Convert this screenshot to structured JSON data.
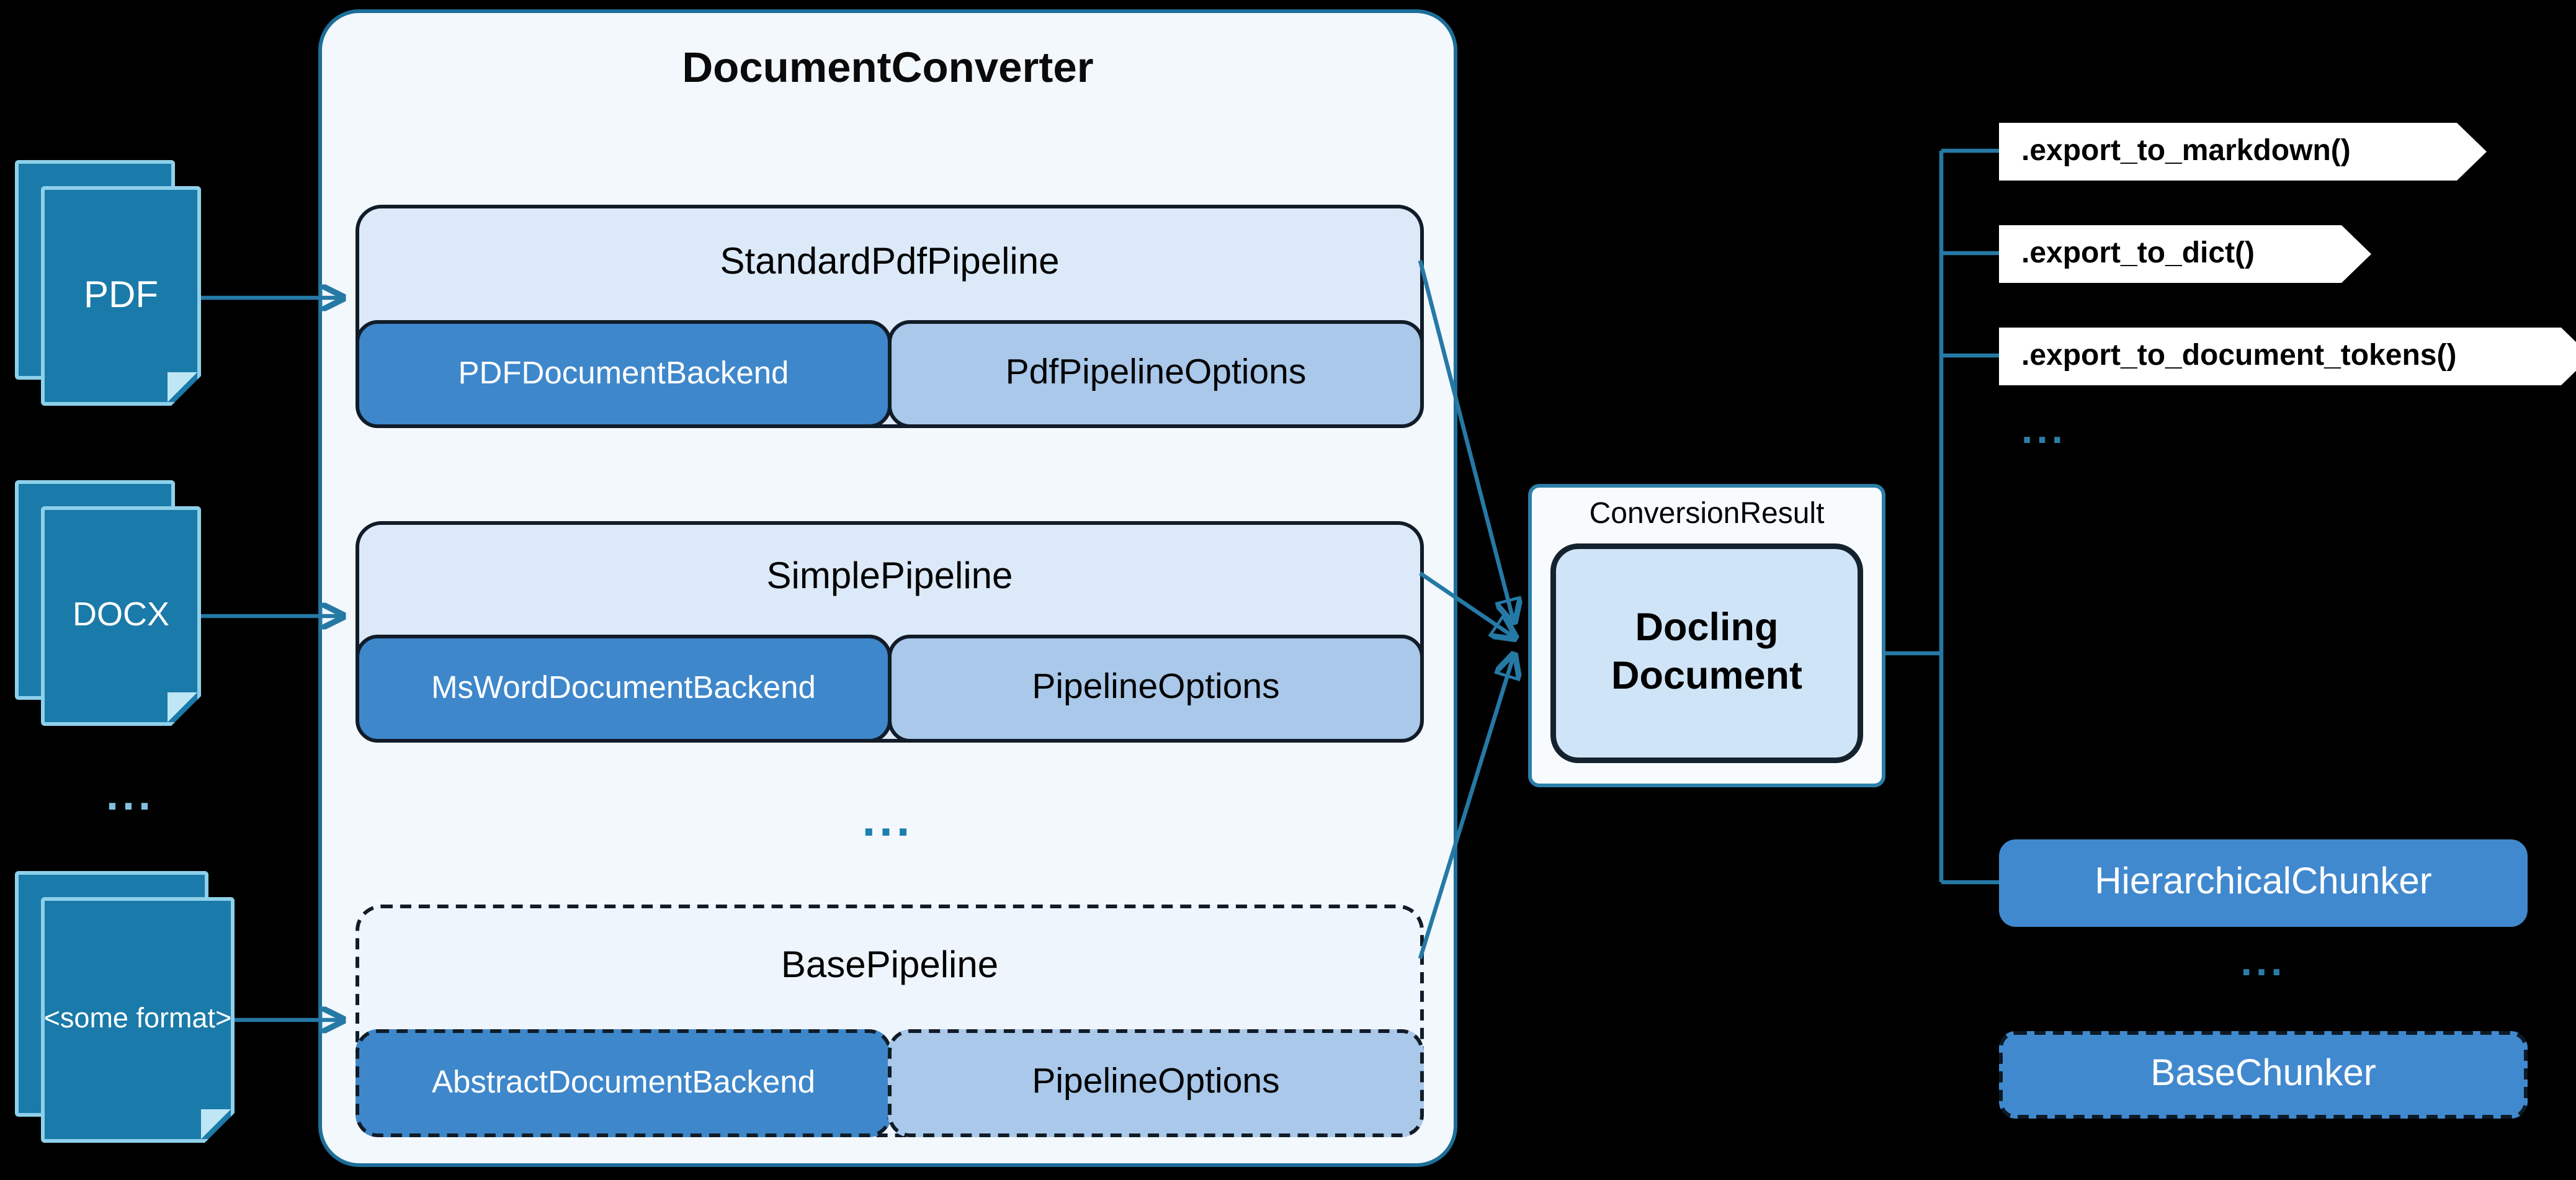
{
  "canvas": {
    "background": "#000000"
  },
  "colors": {
    "accent_teal": "#1d6e99",
    "line": "#2579a5",
    "doc_fill": "#1a7aa9",
    "pipeline_fill": "#dbe9f8",
    "backend_fill": "#3e87cb",
    "options_fill": "#a9c8ea",
    "docling_fill": "#cfe4f6",
    "chunker_fill": "#4189ce",
    "banner_fill": "#ffffff"
  },
  "inputs": {
    "items": [
      {
        "label": "PDF"
      },
      {
        "label": "DOCX"
      },
      {
        "label": "<some format>"
      }
    ],
    "ellipsis": "..."
  },
  "converter": {
    "title": "DocumentConverter",
    "pipelines": [
      {
        "name": "StandardPdfPipeline",
        "backend": "PDFDocumentBackend",
        "options": "PdfPipelineOptions",
        "dashed": false
      },
      {
        "name": "SimplePipeline",
        "backend": "MsWordDocumentBackend",
        "options": "PipelineOptions",
        "dashed": false
      },
      {
        "name": "BasePipeline",
        "backend": "AbstractDocumentBackend",
        "options": "PipelineOptions",
        "dashed": true
      }
    ],
    "ellipsis": "..."
  },
  "result": {
    "label": "ConversionResult",
    "title": "Docling Document"
  },
  "exports": {
    "items": [
      {
        "label": ".export_to_markdown()"
      },
      {
        "label": ".export_to_dict()"
      },
      {
        "label": ".export_to_document_tokens()"
      }
    ],
    "ellipsis": "..."
  },
  "chunkers": {
    "items": [
      {
        "label": "HierarchicalChunker",
        "dashed": false
      },
      {
        "label": "BaseChunker",
        "dashed": true
      }
    ],
    "ellipsis": "..."
  }
}
